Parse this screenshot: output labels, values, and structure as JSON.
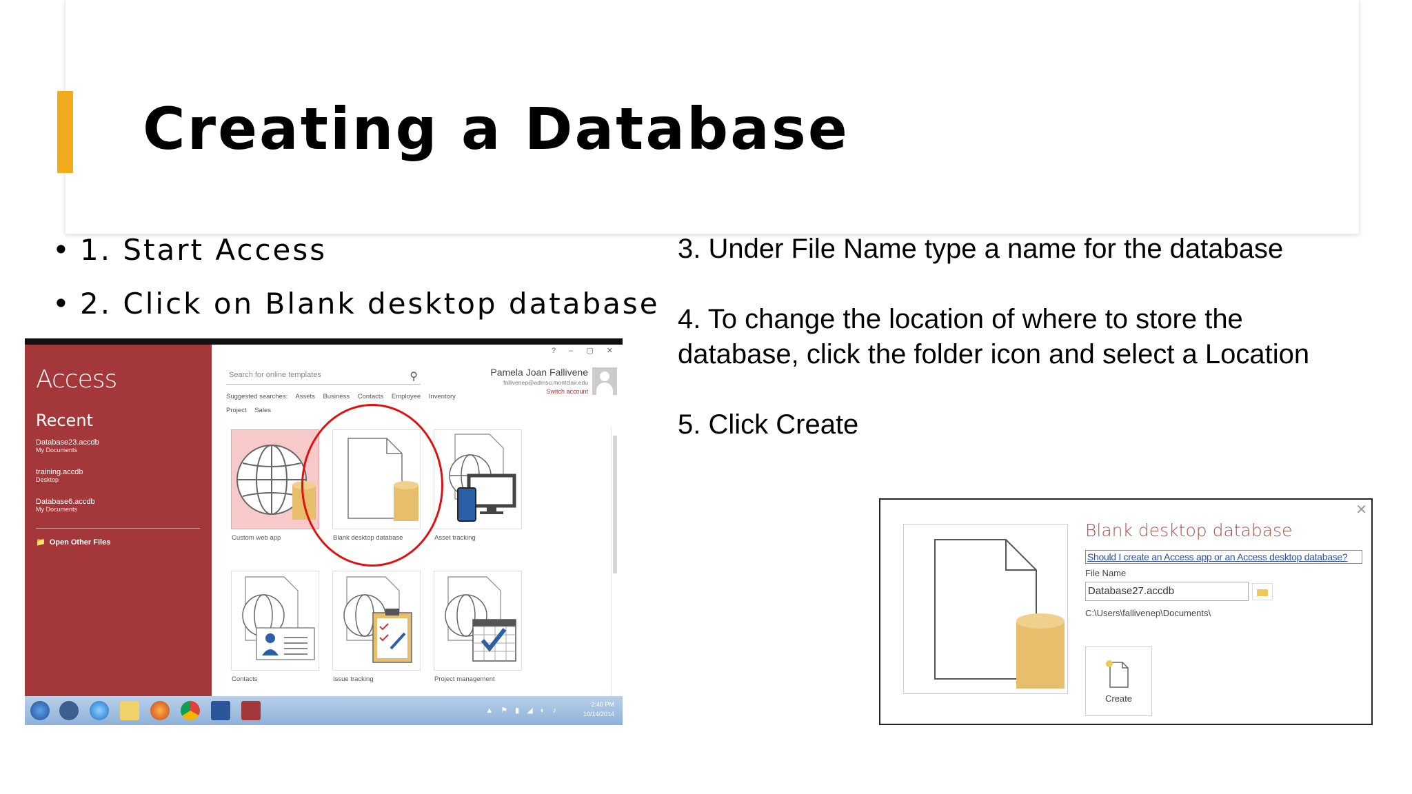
{
  "slide": {
    "title": "Creating a Database",
    "accent_color": "#f0aa1b",
    "bullets": [
      "1. Start Access",
      "2. Click on Blank desktop database"
    ],
    "steps": {
      "step3": "3. Under File Name type a name for the database",
      "step4_line1": "4. To change the location of where to store the",
      "step4_line2": "database, click the folder icon and select a Location",
      "step5": "5. Click Create"
    }
  },
  "access_screenshot": {
    "app_name": "Access",
    "recent_heading": "Recent",
    "recent_files": [
      {
        "name": "Database23.accdb",
        "location": "My Documents"
      },
      {
        "name": "training.accdb",
        "location": "Desktop"
      },
      {
        "name": "Database6.accdb",
        "location": "My Documents"
      }
    ],
    "open_other_files": "Open Other Files",
    "search_placeholder": "Search for online templates",
    "suggested_label": "Suggested searches:",
    "suggested_items": [
      "Assets",
      "Business",
      "Contacts",
      "Employee",
      "Inventory"
    ],
    "suggested_items_row2": [
      "Project",
      "Sales"
    ],
    "user": {
      "name": "Pamela Joan Fallivene",
      "email": "fallivenep@admsu.montclair.edu",
      "switch_account": "Switch account"
    },
    "window_controls": "? – ▢ ✕",
    "templates": [
      "Custom web app",
      "Blank desktop database",
      "Asset tracking",
      "Contacts",
      "Issue tracking",
      "Project management"
    ],
    "taskbar": {
      "time": "2:40 PM",
      "date": "10/14/2014"
    },
    "brand_red": "#a4373a"
  },
  "dialog": {
    "title": "Blank desktop database",
    "help_link": "Should I create an Access app or an Access desktop database?",
    "file_name_label": "File Name",
    "file_name_value": "Database27.accdb",
    "path": "C:\\Users\\fallivenep\\Documents\\",
    "create_label": "Create"
  }
}
